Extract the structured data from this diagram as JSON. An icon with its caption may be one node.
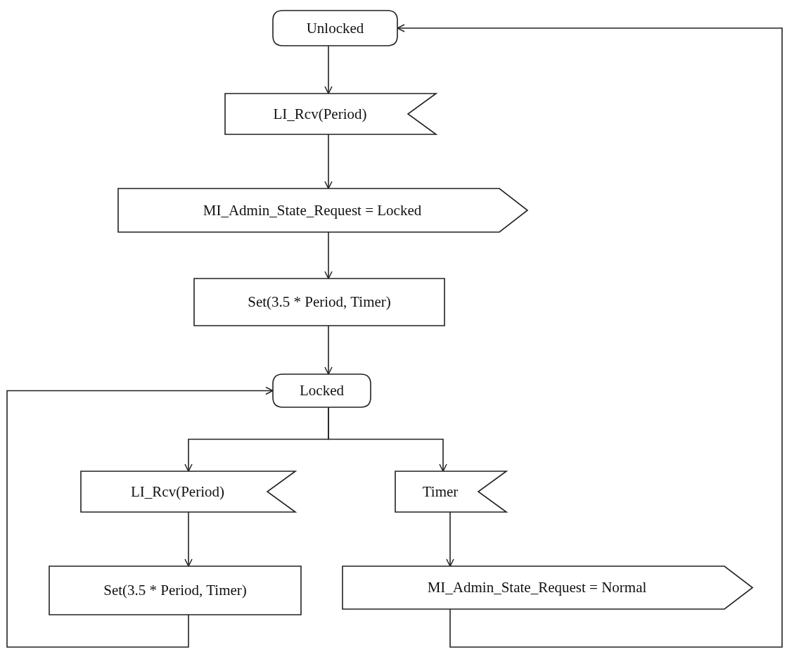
{
  "diagram": {
    "nodes": [
      {
        "text": [
          "Unlocked"
        ]
      },
      {
        "text": [
          "LI_Rcv(Period)"
        ]
      },
      {
        "text": [
          "MI_Admin_State_Request = Locked"
        ]
      },
      {
        "text": [
          "Set(3.5 * Period, Timer)"
        ]
      },
      {
        "text": [
          "Locked"
        ]
      },
      {
        "text": [
          "LI_Rcv(Period)"
        ]
      },
      {
        "text": [
          "Timer"
        ]
      },
      {
        "text": [
          "Set(3.5 * Period, Timer)"
        ]
      },
      {
        "text": [
          "MI_Admin_State_Request = Normal"
        ]
      }
    ],
    "edges": [
      {
        "from": 0,
        "to": 1,
        "arrow": "to"
      },
      {
        "from": 1,
        "to": 2,
        "arrow": "to"
      },
      {
        "from": 2,
        "to": 3,
        "arrow": "to"
      },
      {
        "from": 3,
        "to": 4,
        "arrow": "to"
      },
      {
        "from": 4,
        "to": 5,
        "arrow": "to"
      },
      {
        "from": 4,
        "to": 6,
        "arrow": "to"
      },
      {
        "from": 5,
        "to": 7,
        "arrow": "to"
      },
      {
        "from": 6,
        "to": 8,
        "arrow": "to"
      },
      {
        "from": 7,
        "to": 4,
        "arrow": "to"
      },
      {
        "from": 8,
        "to": 0,
        "arrow": "to"
      }
    ]
  }
}
